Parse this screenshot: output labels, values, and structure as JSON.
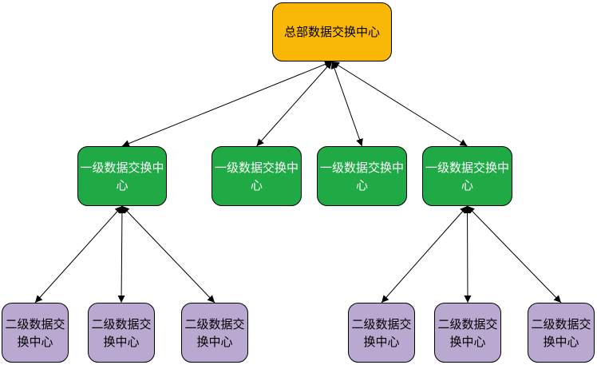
{
  "colors": {
    "hq_fill": "#f9b807",
    "level1_fill": "#1faa45",
    "level2_fill": "#b9a8cf",
    "edge": "#000000"
  },
  "nodes": {
    "hq": {
      "label": "总部数据交换中心"
    },
    "level1": [
      {
        "label": "一级数据交换中心"
      },
      {
        "label": "一级数据交换中心"
      },
      {
        "label": "一级数据交换中心"
      },
      {
        "label": "一级数据交换中心"
      }
    ],
    "level2": [
      {
        "label": "二级数据交换中心"
      },
      {
        "label": "二级数据交换中心"
      },
      {
        "label": "二级数据交换中心"
      },
      {
        "label": "二级数据交换中心"
      },
      {
        "label": "二级数据交换中心"
      },
      {
        "label": "二级数据交换中心"
      }
    ]
  },
  "edges": [
    {
      "from": "hq",
      "to": "level1.0",
      "arrows": "both"
    },
    {
      "from": "hq",
      "to": "level1.1",
      "arrows": "both"
    },
    {
      "from": "hq",
      "to": "level1.2",
      "arrows": "both"
    },
    {
      "from": "hq",
      "to": "level1.3",
      "arrows": "both"
    },
    {
      "from": "level1.0",
      "to": "level2.0",
      "arrows": "both"
    },
    {
      "from": "level1.0",
      "to": "level2.1",
      "arrows": "both"
    },
    {
      "from": "level1.0",
      "to": "level2.2",
      "arrows": "both"
    },
    {
      "from": "level1.3",
      "to": "level2.3",
      "arrows": "both"
    },
    {
      "from": "level1.3",
      "to": "level2.4",
      "arrows": "both"
    },
    {
      "from": "level1.3",
      "to": "level2.5",
      "arrows": "both"
    }
  ]
}
